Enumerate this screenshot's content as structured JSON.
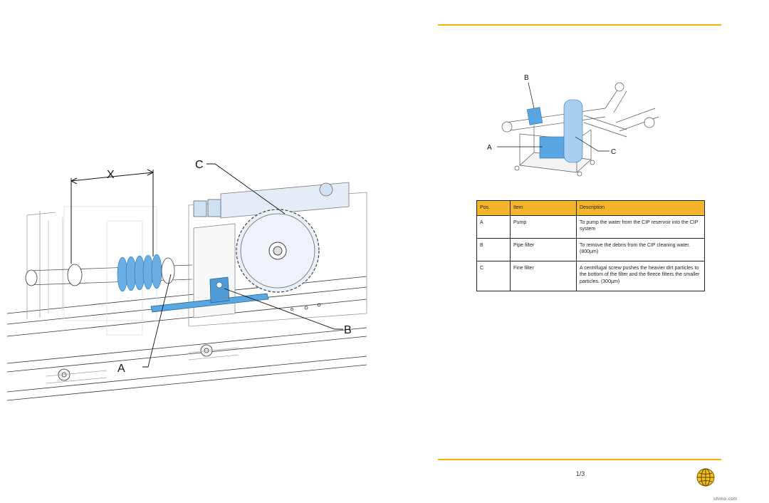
{
  "left_figure": {
    "labels": {
      "x": "X",
      "a": "A",
      "b": "B",
      "c": "C"
    }
  },
  "right_figure": {
    "labels": {
      "a": "A",
      "b": "B",
      "c": "C"
    }
  },
  "table": {
    "headers": [
      "Pos.",
      "Item",
      "Description"
    ],
    "rows": [
      {
        "pos": "A",
        "item": "Pump",
        "description": "To pump the water from the CIP reservoir into the CIP system"
      },
      {
        "pos": "B",
        "item": "Pipe filter",
        "description": "To remove the debris from the CIP cleaning water. (800µm)"
      },
      {
        "pos": "C",
        "item": "Fine filter",
        "description": "A centrifugal screw pushes the heavier dirt particles to the bottom of the filter and the fleece filters the smaller particles. (300µm)"
      }
    ]
  },
  "footer": {
    "page_number": "1/3",
    "corner_text": "shimo.com"
  },
  "colors": {
    "accent": "#f0b400",
    "table_header": "#f5b52a",
    "highlight_blue": "#5aa6e0"
  }
}
